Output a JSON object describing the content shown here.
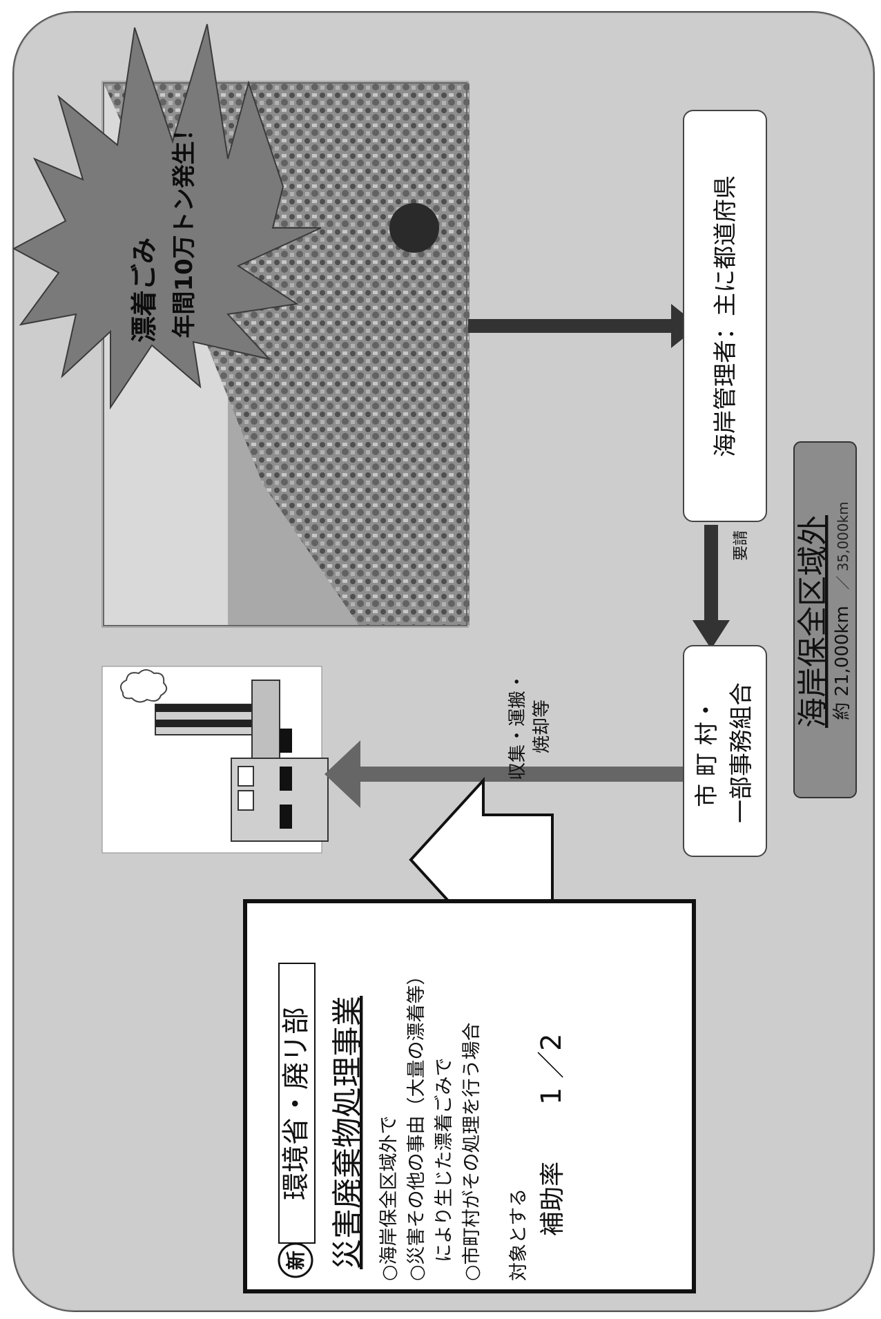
{
  "page": {
    "rotation_deg": -90
  },
  "burst": {
    "line1": "漂着ごみ",
    "line2": "年間10万トン発生！"
  },
  "program": {
    "new_mark": "新",
    "ministry": "環境省・廃リ部",
    "title": "災害廃棄物処理事業",
    "conditions": [
      "○海岸保全区域外で",
      "○災害その他の事由（大量の漂着等）",
      "　により生じた漂着ごみで",
      "○市町村がその処理を行う場合"
    ],
    "target_text": "対象とする",
    "subsidy_label": "補助率",
    "subsidy_value": "1 ／2"
  },
  "coast_manager": {
    "label": "海岸管理者：主に都道府県"
  },
  "municipality": {
    "line1": "市 町 村・",
    "line2": "一部事務組合"
  },
  "arrows": {
    "request_label": "要請",
    "collect_line1": "収集・運搬・",
    "collect_line2": "焼却等"
  },
  "outside_zone": {
    "title": "海岸保全区域外",
    "length_text": "約 21,000km",
    "length_total": "／ 35,000km"
  },
  "colors": {
    "panel_bg": "#cdcdcd",
    "burst_fill": "#7a7a7a",
    "arrow_dark": "#333333",
    "arrow_grey": "#666666",
    "badge_bg": "#8c8c8c"
  }
}
